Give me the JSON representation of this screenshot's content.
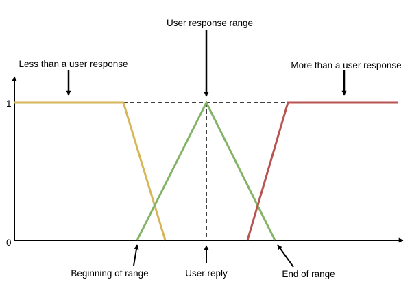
{
  "labels": {
    "user_response_range": "User response range",
    "less_than": "Less than a user response",
    "more_than": "More than a user response",
    "y_one": "1",
    "y_zero": "0",
    "beginning_of_range": "Beginning of range",
    "user_reply": "User reply",
    "end_of_range": "End of range"
  },
  "colors": {
    "less_than_series": "#d6b656",
    "in_range_series": "#82b366",
    "more_than_series": "#b85450",
    "axes": "#000000"
  }
}
